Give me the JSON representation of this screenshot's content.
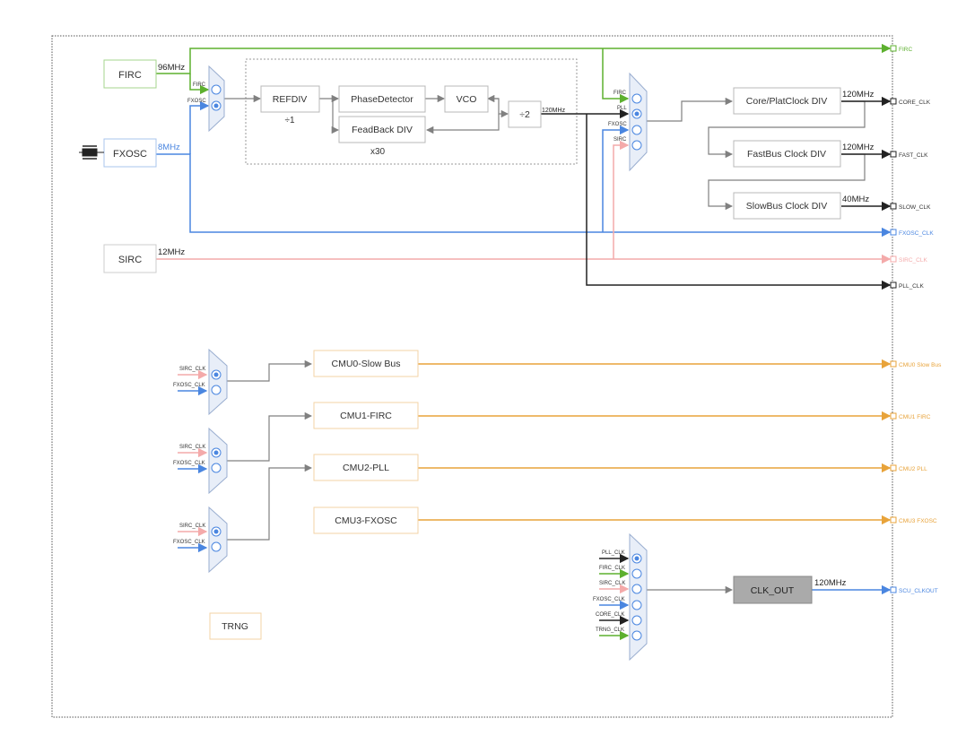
{
  "colors": {
    "green": "#5DB02F",
    "blue": "#4A86E0",
    "pink": "#F4AAAA",
    "black": "#222222",
    "gray_line": "#808080",
    "orange": "#E8A33A",
    "orange_border": "#F3D3A6",
    "block_border": "#B8B8B8",
    "mux_fill": "#E8EEF8",
    "mux_border": "#9AAED0",
    "clkout_fill": "#AAAAAA",
    "clkout_border": "#888888"
  },
  "sources": {
    "firc": {
      "name": "FIRC",
      "freq": "96MHz"
    },
    "fxosc": {
      "name": "FXOSC",
      "freq": "8MHz"
    },
    "sirc": {
      "name": "SIRC",
      "freq": "12MHz"
    }
  },
  "pll_mux": {
    "in1": "FIRC",
    "in2": "FXOSC"
  },
  "pll": {
    "refdiv": "REFDIV",
    "refdiv_factor": "÷1",
    "phase_detector": "PhaseDetector",
    "vco": "VCO",
    "feedback": "FeadBack DIV",
    "feedback_factor": "x30",
    "post_div": "÷2",
    "post_freq": "120MHz"
  },
  "sys_mux": {
    "in1": "FIRC",
    "in2": "PLL",
    "in3": "FXOSC",
    "in4": "SIRC"
  },
  "dividers": {
    "core": {
      "label": "Core/PlatClock DIV",
      "freq": "120MHz"
    },
    "fast": {
      "label": "FastBus Clock DIV",
      "freq": "120MHz"
    },
    "slow": {
      "label": "SlowBus Clock DIV",
      "freq": "40MHz"
    }
  },
  "outputs": {
    "firc": "FIRC",
    "core": "CORE_CLK",
    "fast": "FAST_CLK",
    "slow": "SLOW_CLK",
    "fxosc": "FXOSC_CLK",
    "sirc": "SIRC_CLK",
    "pll": "PLL_CLK",
    "cmu0": "CMU0 Slow Bus",
    "cmu1": "CMU1 FIRC",
    "cmu2": "CMU2 PLL",
    "cmu3": "CMU3 FXOSC",
    "scu": "SCU_CLKOUT"
  },
  "cmu": {
    "cmu0": "CMU0-Slow Bus",
    "cmu1": "CMU1-FIRC",
    "cmu2": "CMU2-PLL",
    "cmu3": "CMU3-FXOSC"
  },
  "cmu_mux_inputs": {
    "a": "SIRC_CLK",
    "b": "FXOSC_CLK"
  },
  "clkout_mux_inputs": [
    "PLL_CLK",
    "FIRC_CLK",
    "SIRC_CLK",
    "FXOSC_CLK",
    "CORE_CLK",
    "TRNG_CLK"
  ],
  "clkout": {
    "label": "CLK_OUT",
    "freq": "120MHz"
  },
  "trng": "TRNG"
}
